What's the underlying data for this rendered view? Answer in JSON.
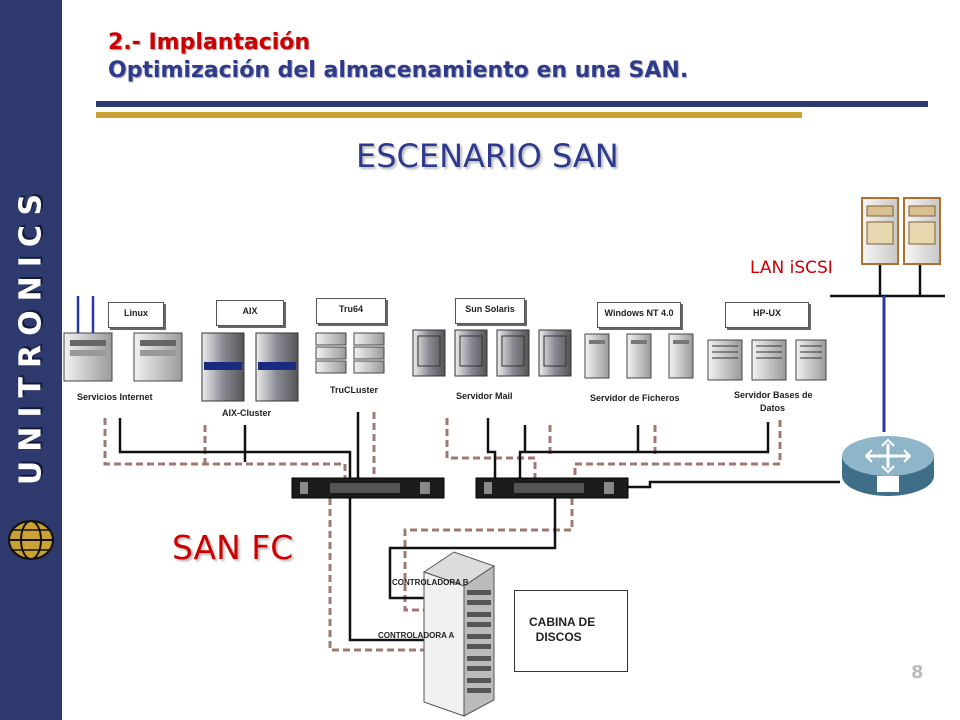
{
  "slide": {
    "heading_line1": "2.- Implantación",
    "heading_line2": "Optimización del almacenamiento en una SAN.",
    "title": "ESCENARIO SAN",
    "page_number": "8"
  },
  "sidebar": {
    "brand": "UNITRONICS",
    "logo_icon": "globe-logo-icon"
  },
  "diagram": {
    "os_boxes": [
      "Linux",
      "AIX",
      "Tru64",
      "Sun Solaris",
      "Windows NT 4.0",
      "HP-UX"
    ],
    "server_labels": [
      "Servicios Internet",
      "AIX-Cluster",
      "TruCLuster",
      "Servidor Mail",
      "Servidor de Ficheros",
      "Servidor Bases de",
      "Datos"
    ],
    "lan_label": "LAN iSCSI",
    "san_label": "SAN FC",
    "controller_labels": [
      "CONTROLADORA B",
      "CONTROLADORA A"
    ],
    "storage_label": "CABINA DE\n  DISCOS"
  },
  "colors": {
    "sidebar": "#2e3a6e",
    "accent_red": "#cc0000",
    "accent_blue": "#2e3a8c",
    "accent_gold": "#c9a233"
  }
}
